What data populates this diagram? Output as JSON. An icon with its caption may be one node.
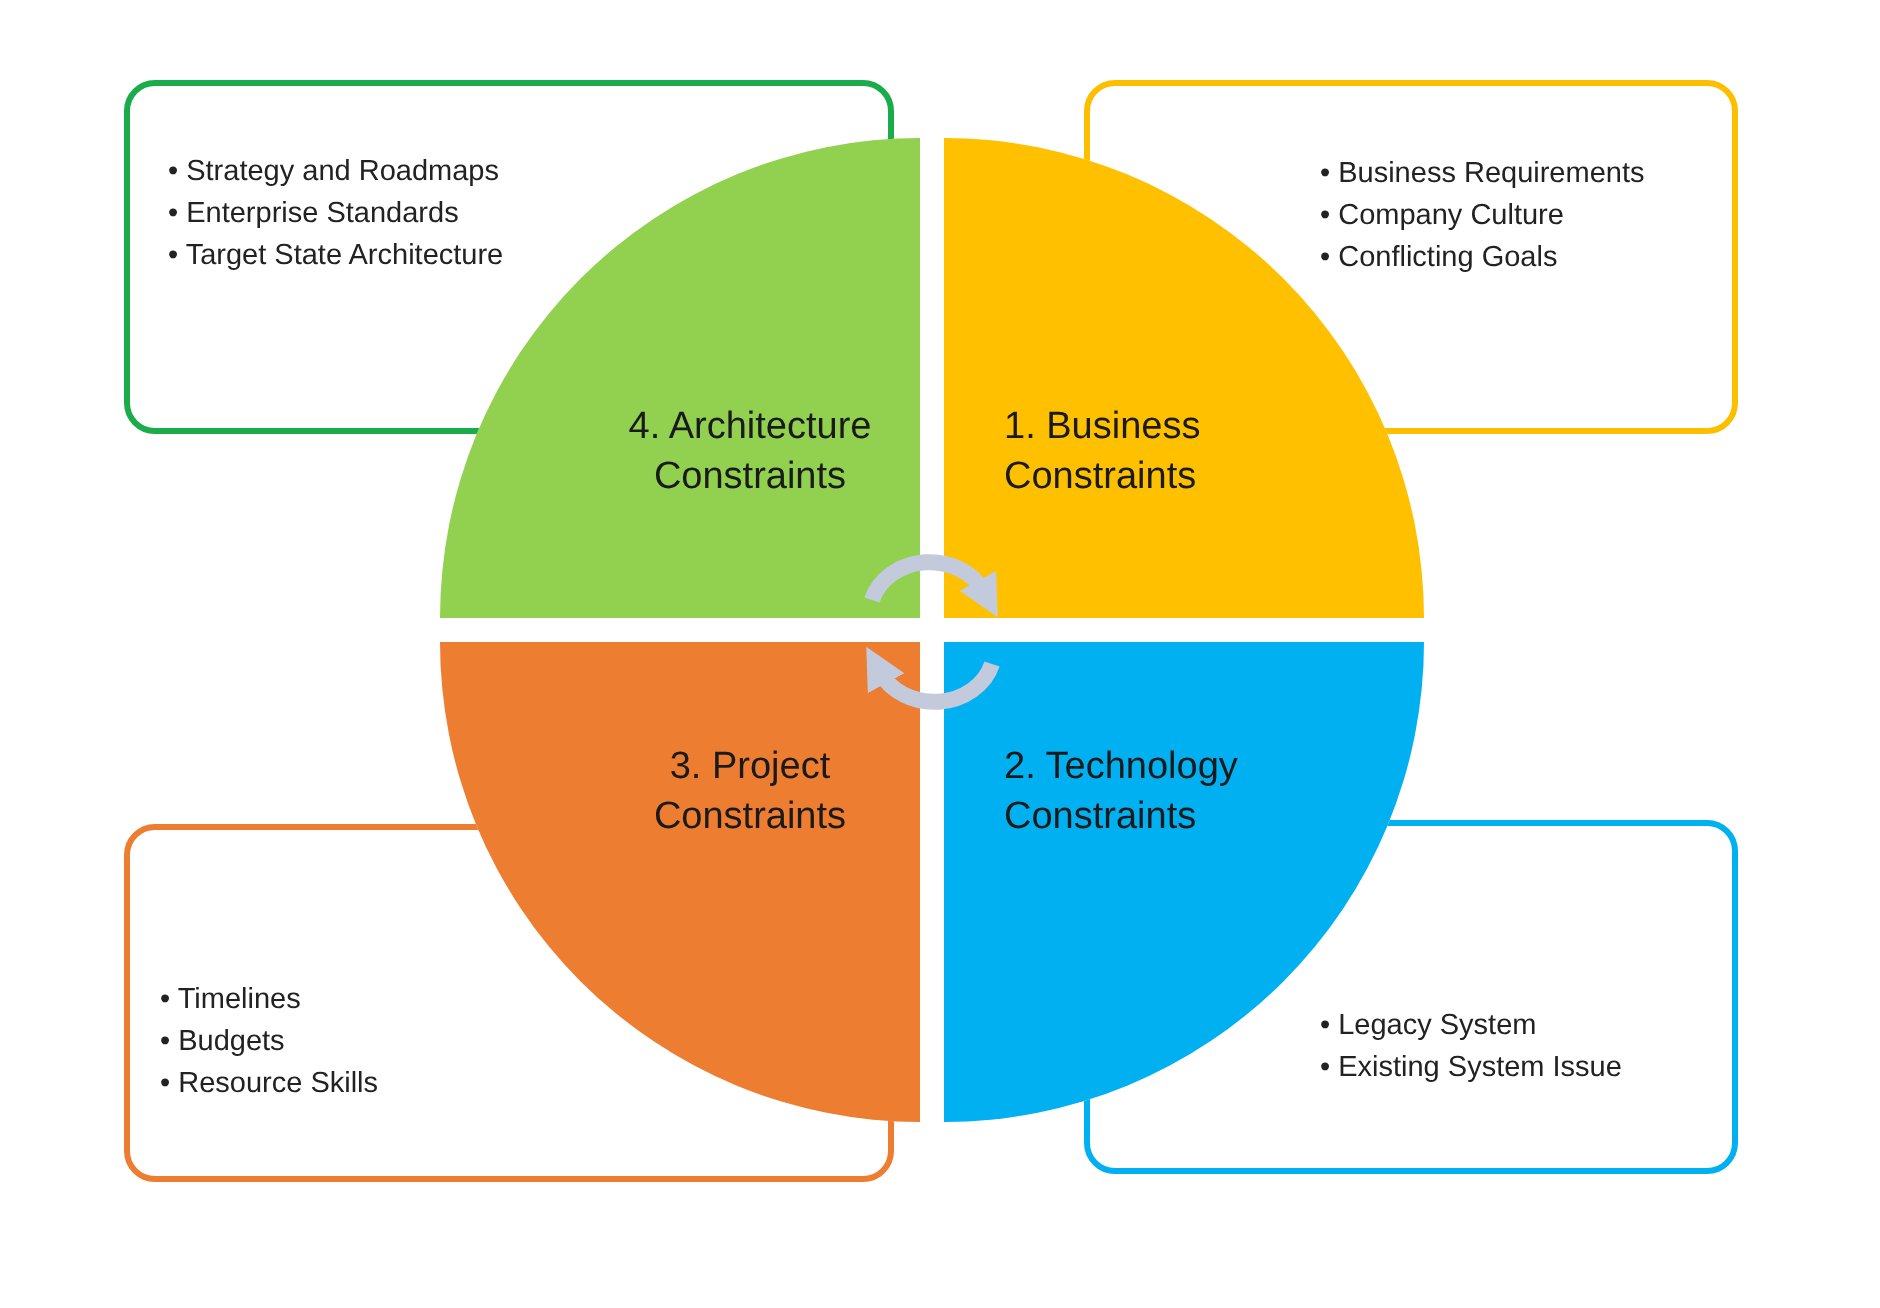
{
  "diagram": {
    "nodes": [
      {
        "text": [
          "• Strategy and Roadmaps",
          "• Enterprise Standards",
          "• Target State Architecture"
        ]
      },
      {
        "text": [
          "• Business Requirements",
          "• Company Culture",
          "• Conflicting Goals"
        ]
      },
      {
        "text": [
          "4. Architecture Constraints"
        ]
      },
      {
        "text": [
          "1. Business Constraints"
        ]
      },
      {
        "text": [
          "3. Project Constraints"
        ]
      },
      {
        "text": [
          "2. Technology Constraints"
        ]
      },
      {
        "text": [
          "• Timelines",
          "• Budgets",
          "• Resource Skills"
        ]
      },
      {
        "text": [
          "• Legacy System",
          "• Existing System Issue"
        ]
      }
    ],
    "edges": [
      {
        "from": 2,
        "to": 3,
        "arrow": "to"
      },
      {
        "from": 5,
        "to": 4,
        "arrow": "to"
      }
    ]
  }
}
